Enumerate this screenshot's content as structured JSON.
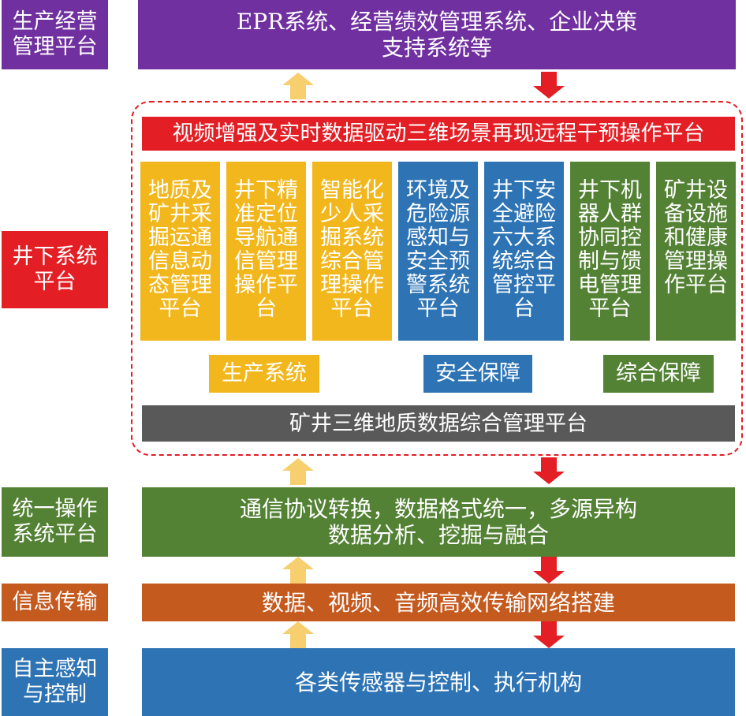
{
  "rows": {
    "production": {
      "label": "生产经营\n管理平台",
      "content": "EPR系统、经营绩效管理系统、企业决策\n支持系统等"
    },
    "underground": {
      "label": "井下系统\n平台"
    },
    "unified": {
      "label": "统一操作\n系统平台",
      "content": "通信协议转换，数据格式统一，多源异构\n数据分析、挖掘与融合"
    },
    "transmission": {
      "label": "信息传输",
      "content": "数据、视频、音频高效传输网络搭建"
    },
    "perception": {
      "label": "自主感知\n与控制",
      "content": "各类传感器与控制、执行机构"
    }
  },
  "underground_platform": {
    "top_bar": "视频增强及实时数据驱动三维场景再现远程干预操作平台",
    "bottom_bar": "矿井三维地质数据综合管理平台",
    "subsystems": [
      "地质及矿井采掘运通信息动态管理平台",
      "井下精准定位导航通信管理操作平台",
      "智能化少人采掘系统综合管理操作平台",
      "环境及危险源感知与安全预警系统平台",
      "井下安全避险六大系统综合管控平台",
      "井下机器人群协同控制与馈电管理平台",
      "矿井设备设施和健康管理操作平台"
    ],
    "categories": [
      "生产系统",
      "安全保障",
      "综合保障"
    ]
  },
  "colors": {
    "purple": "#7030A0",
    "red": "#E31E24",
    "yellow": "#F2B71D",
    "blue": "#2E74B5",
    "green": "#548235",
    "orange": "#C55A1F",
    "gray": "#595959",
    "arrow_up": "#F7CF6E",
    "arrow_down": "#E31E24"
  }
}
